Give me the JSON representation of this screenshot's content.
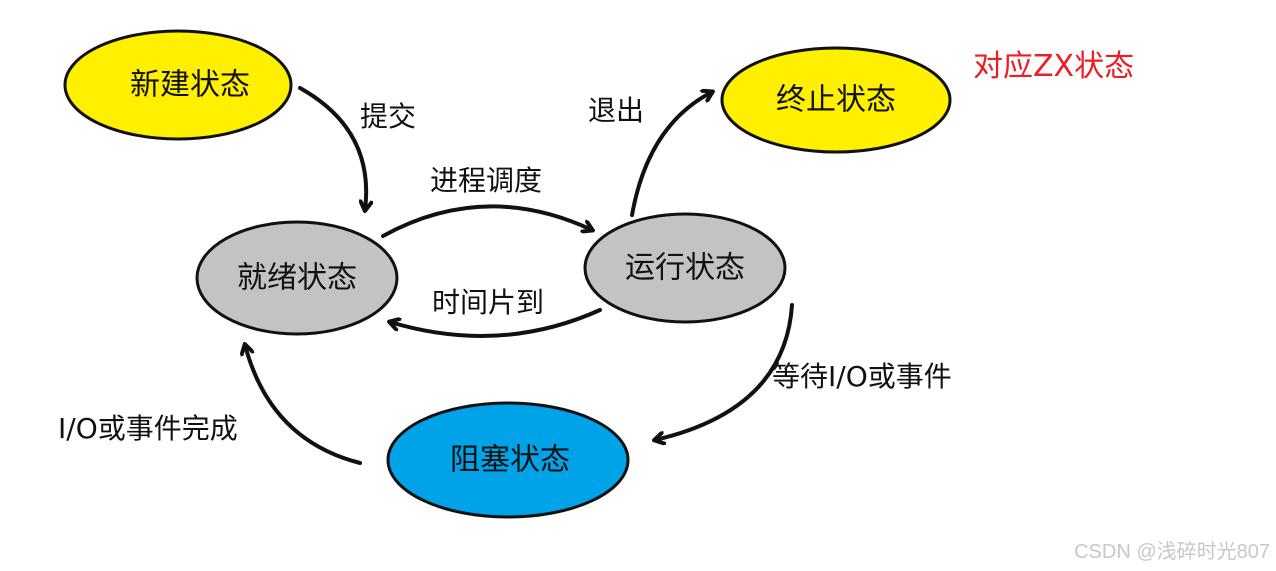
{
  "states": {
    "new": {
      "label": "新建状态",
      "color": "#FFF000"
    },
    "terminated": {
      "label": "终止状态",
      "color": "#FFF000"
    },
    "ready": {
      "label": "就绪状态",
      "color": "#C3C3C3"
    },
    "running": {
      "label": "运行状态",
      "color": "#C3C3C3"
    },
    "blocked": {
      "label": "阻塞状态",
      "color": "#00A2E8"
    }
  },
  "transitions": {
    "submit": "提交",
    "schedule": "进程调度",
    "exit": "退出",
    "timeslice": "时间片到",
    "wait": "等待I/O或事件",
    "complete": "I/O或事件完成"
  },
  "note": {
    "text": "对应ZX状态",
    "color": "#EE1C24"
  },
  "watermark": "CSDN @浅碎时光807"
}
